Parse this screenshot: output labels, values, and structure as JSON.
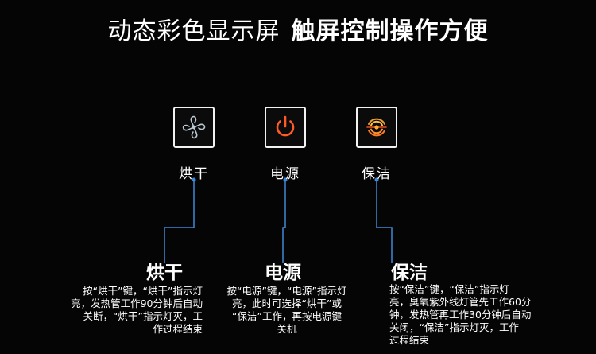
{
  "headline": {
    "light": "动态彩色显示屏",
    "bold": "触屏控制操作方便"
  },
  "buttons": [
    {
      "label": "烘干",
      "icon": "fan-icon",
      "color": "#b8c9d2"
    },
    {
      "label": "电源",
      "icon": "power-icon",
      "color": "#ff5a28"
    },
    {
      "label": "保洁",
      "icon": "sterilize-icon",
      "color": "#f0a030"
    }
  ],
  "features": [
    {
      "title": "烘干",
      "lines": [
        "按“烘干”键，“烘干”指示灯",
        "亮，发热管工作90分钟后自动",
        "关断，“烘干”指示灯灭，工",
        "作过程结束"
      ]
    },
    {
      "title": "电源",
      "lines": [
        "按“电源”键，“电源”指示灯",
        "亮，此时可选择“烘干”或",
        "“保洁”工作，再按电源键",
        "关机"
      ]
    },
    {
      "title": "保洁",
      "lines": [
        "按“保洁”键，“保洁”指示灯",
        "亮，臭氧紫外线灯管先工作60分",
        "钟，发热管再工作30分钟后自动",
        "关闭，“保洁”指示灯灭，工作",
        "过程结束"
      ]
    }
  ],
  "colors": {
    "connector": "#3f8ad8",
    "background": "#050505",
    "text": "#ffffff"
  }
}
